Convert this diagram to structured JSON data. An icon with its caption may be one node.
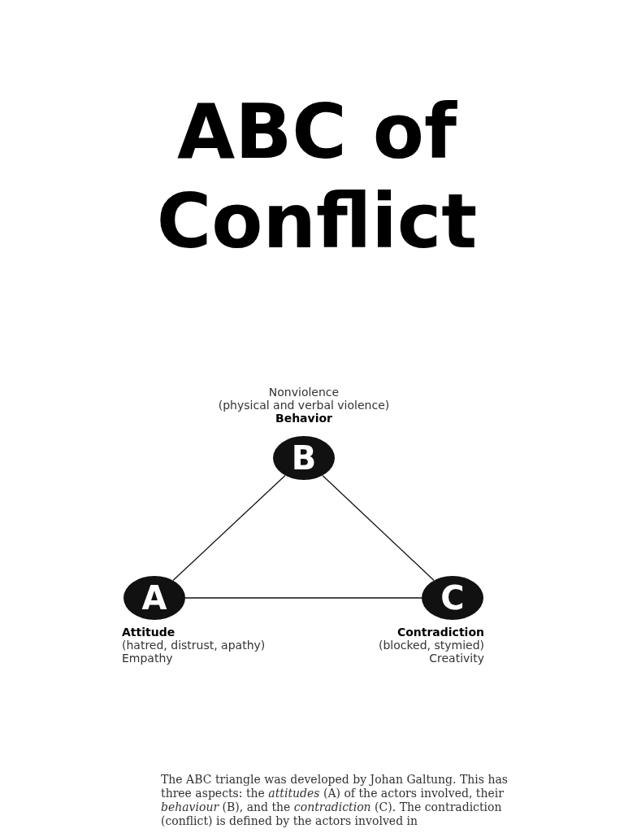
{
  "diagram": {
    "title": "ABC of Conflict",
    "nodes": [
      {
        "text": [
          "B"
        ],
        "beside": [
          "Nonviolence",
          "(physical and verbal violence)",
          "Behavior"
        ]
      },
      {
        "text": [
          "A"
        ],
        "beside": [
          "Attitude",
          "(hatred, distrust, apathy)",
          "Empathy"
        ]
      },
      {
        "text": [
          "C"
        ],
        "beside": [
          "Contradiction",
          "(blocked, stymied)",
          "Creativity"
        ]
      }
    ],
    "edges": [
      {
        "from": 0,
        "to": 1,
        "arrow": "none"
      },
      {
        "from": 1,
        "to": 2,
        "arrow": "none"
      },
      {
        "from": 2,
        "to": 0,
        "arrow": "none"
      }
    ],
    "labels": [
      "The ABC triangle was developed by Johan Galtung. This has three aspects: the *attitudes* (A) of the actors involved, their *behaviour* (B), and the *contradiction* (C). The contradiction (conflict) is defined by the actors involved in"
    ]
  }
}
